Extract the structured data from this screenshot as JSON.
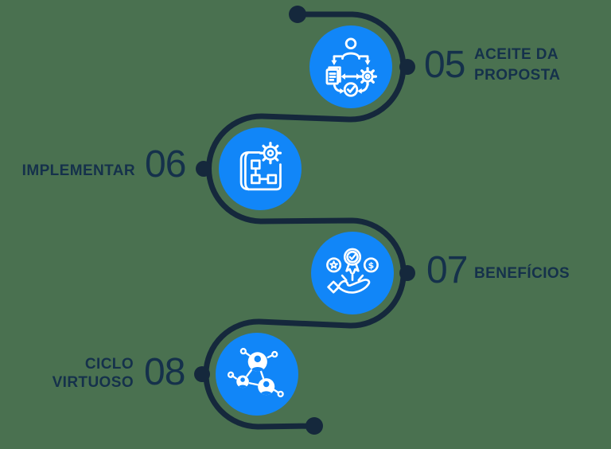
{
  "colors": {
    "background": "#4a7150",
    "step_circle_blue": "#1186f8",
    "flow_line_navy": "#15283c",
    "text_navy": "#15314b",
    "icon_stroke": "#ffffff"
  },
  "steps": [
    {
      "number": "05",
      "label": "ACEITE DA PROPOSTA",
      "label_lines": [
        "ACEITE DA",
        "PROPOSTA"
      ],
      "icon": "approval-workflow-icon",
      "label_side": "right"
    },
    {
      "number": "06",
      "label": "IMPLEMENTAR",
      "label_lines": [
        "IMPLEMENTAR"
      ],
      "icon": "blueprint-gear-icon",
      "label_side": "left"
    },
    {
      "number": "07",
      "label": "BENEFÍCIOS",
      "label_lines": [
        "BENEFÍCIOS"
      ],
      "icon": "benefits-hand-icon",
      "label_side": "right"
    },
    {
      "number": "08",
      "label": "CICLO VIRTUOSO",
      "label_lines": [
        "CICLO",
        "VIRTUOSO"
      ],
      "icon": "network-collaboration-icon",
      "label_side": "left"
    }
  ],
  "dollar_glyph": "$"
}
